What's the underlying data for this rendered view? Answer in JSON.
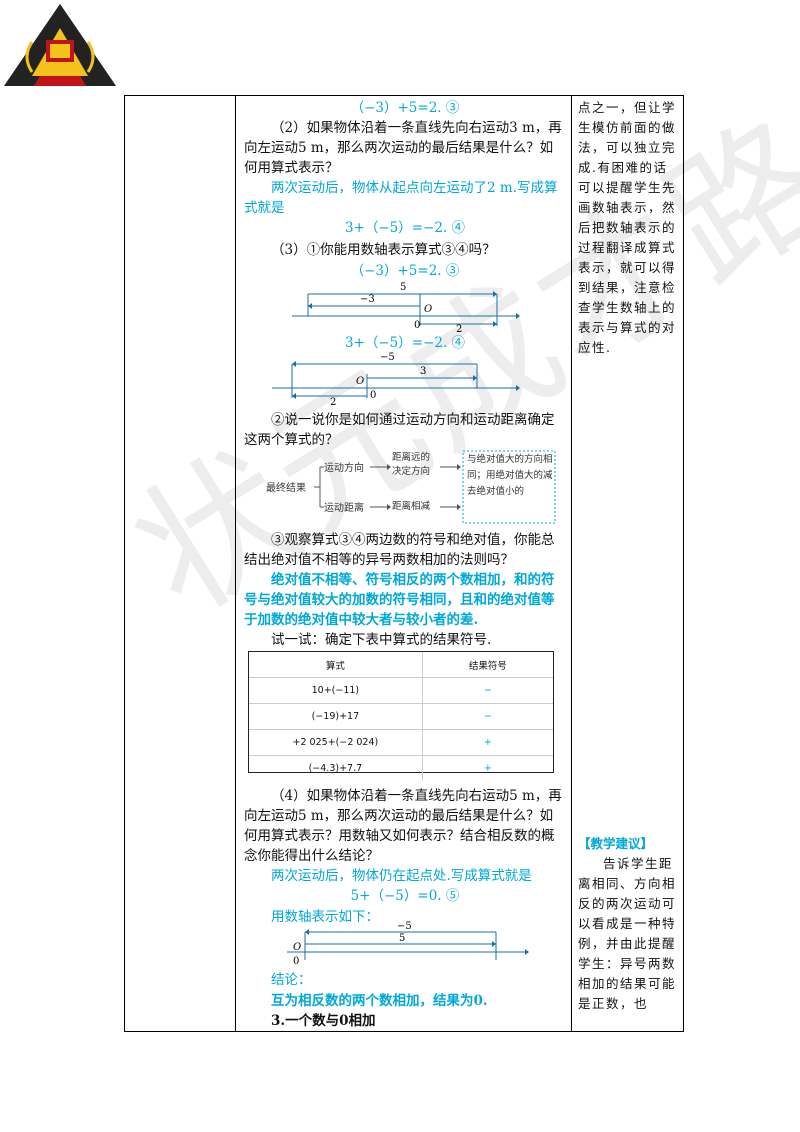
{
  "watermark": "状元成才路",
  "main": {
    "eq3_top": "（−3）+5=2. ③",
    "q2": "（2）如果物体沿着一条直线先向右运动3 m，再向左运动5 m，那么两次运动的最后结果是什么？如何用算式表示？",
    "a2": "两次运动后，物体从起点向左运动了2 m.写成算式就是",
    "eq4": "3+（−5）=−2. ④",
    "q3": "（3）①你能用数轴表示算式③④吗？",
    "eq3_repeat": "（−3）+5=2. ③",
    "eq4_repeat": "3+（−5）=−2. ④",
    "q3b": "②说一说你是如何通过运动方向和运动距离确定这两个算式的？",
    "q3c": "③观察算式③④两边数的符号和绝对值，你能总结出绝对值不相等的异号两数相加的法则吗？",
    "rule": "绝对值不相等、符号相反的两个数相加，和的符号与绝对值较大的加数的符号相同，且和的绝对值等于加数的绝对值中较大者与较小者的差.",
    "try": "试一试：确定下表中算式的结果符号.",
    "q4": "（4）如果物体沿着一条直线先向右运动5 m，再向左运动5 m，那么两次运动的最后结果是什么？如何用算式表示？用数轴又如何表示？结合相反数的概念你能得出什么结论？",
    "a4": "两次运动后，物体仍在起点处.写成算式就是",
    "eq5": "5+（−5）=0. ⑤",
    "axis_intro": "用数轴表示如下：",
    "conclusion_label": "结论：",
    "conclusion": "互为相反数的两个数相加，结果为0.",
    "section3": "3.一个数与0相加"
  },
  "nl1": {
    "top": "5",
    "seg": "−3",
    "origin": "O",
    "zero": "0",
    "bottom": "2"
  },
  "nl2": {
    "top": "−5",
    "seg": "3",
    "origin": "O",
    "zero": "0",
    "bottom": "2"
  },
  "nl3": {
    "top": "−5",
    "seg": "5",
    "origin": "O",
    "zero": "0"
  },
  "diagram": {
    "root": "最终结果",
    "branch1": "运动方向",
    "branch2": "运动距离",
    "mid1": "距离远的决定方向",
    "mid2": "距离相减",
    "out": "与绝对值大的方向相同；用绝对值大的减去绝对值小的"
  },
  "table": {
    "headers": [
      "算式",
      "结果符号"
    ],
    "rows": [
      [
        "10+(−11)",
        "−"
      ],
      [
        "(−19)+17",
        "−"
      ],
      [
        "+2 025+(−2 024)",
        "+"
      ],
      [
        "(−4.3)+7.7",
        "+"
      ]
    ]
  },
  "side": {
    "top_text": "点之一，但让学生模仿前面的做法，可以独立完成.有困难的话可以提醒学生先画数轴表示，然后把数轴表示的过程翻译成算式表示，就可以得到结果，注意检查学生数轴上的表示与算式的对应性.",
    "advice_title": "【教学建议】",
    "advice_text": "告诉学生距离相同、方向相反的两次运动可以看成是一种特例，并由此提醒学生：异号两数相加的结果可能是正数，也"
  }
}
